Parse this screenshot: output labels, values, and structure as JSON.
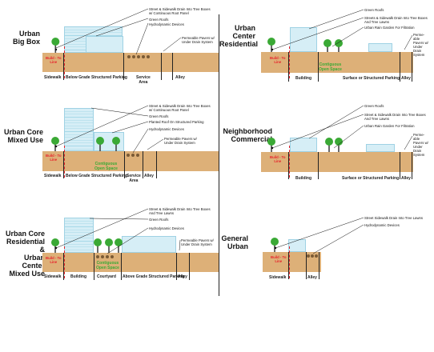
{
  "panels": {
    "p1": {
      "title": "Urban\nBig Box",
      "labels": [
        "Street & Sidewalk Drain Into Tree Boxes\nw/ Continuous Root Panel",
        "Green Roofs",
        "Hydrodynamic Devices",
        "Permeable Pavers w/\nUnder Drain System"
      ],
      "build_to_line": "Build - To\nLine",
      "ground_labels": [
        "Sidewalk",
        "Below Grade Structured Parking",
        "Service\nArea",
        "Alley"
      ]
    },
    "p2": {
      "title": "Urban\nCenter\nResidential",
      "labels": [
        "Green Roofs",
        "Streets & Sidewalk Drain Into Tree Boxes\nAnd Tree Lawns",
        "Urban Rain Garden For Filtration",
        "Perme-\nable\nPavers w/\nUnder\nDrain\nSystem"
      ],
      "build_to_line": "Build - To\nLine",
      "open_space": "Contiguous\nOpen Space",
      "ground_labels": [
        "Building",
        "Surface or Structured Parking",
        "Alley"
      ]
    },
    "p3": {
      "title": "Urban Core\nMixed Use",
      "labels": [
        "Street & Sidewalk Drain Into Tree Boxes\nw/ Continuous Root Panel",
        "Green Roofs",
        "Planted Roof On Structured Parking",
        "Hydrodynamic Devices",
        "Permeable Pavers w/\nUnder Drain System"
      ],
      "build_to_line": "Build - To\nLine",
      "open_space": "Contiguous\nOpen Space",
      "ground_labels": [
        "Sidewalk",
        "Below Grade Structured Parking",
        "Service\nArea",
        "Alley"
      ]
    },
    "p4": {
      "title": "Neighborhood\nCommercial",
      "labels": [
        "Green Roofs",
        "Street & Sidewalk Drain Into Tree Boxes\nAnd Tree Lawns",
        "Urban Rain Garden For Filtration",
        "Perme-\nable\nPavers w/\nUnder\nDrain\nSystem"
      ],
      "build_to_line": "Build - To\nLine",
      "ground_labels": [
        "Building",
        "Surface or Structured Parking",
        "Alley"
      ]
    },
    "p5": {
      "title": "Urban Core\nResidential\n&\nUrban Center\nMixed Use",
      "labels": [
        "Street & Sidewalk Drain Into Tree Boxes\nAnd Tree Lawns",
        "Green Roofs",
        "Hydrodynamic Devices",
        "Permeable Pavers w/\nUnder Drain System"
      ],
      "build_to_line": "Build - To\nLine",
      "open_space": "Contiguous\nOpen Space",
      "ground_labels": [
        "Sidewalk",
        "Building",
        "Courtyard",
        "Above Grade Structured Parking",
        "Alley"
      ]
    },
    "p6": {
      "title": "General\nUrban",
      "labels": [
        "Street Sidewalk Drain Into Tree Lawns",
        "Hydrodynamic Devices"
      ],
      "build_to_line": "Build - To\nLine",
      "ground_labels": [
        "Sidewalk",
        "Alley"
      ]
    }
  },
  "colors": {
    "ground": "#ddb078",
    "building": "#d6eef6",
    "tree": "#3aa935",
    "build_to_line": "#e8202a",
    "open_space_text": "#3aa935"
  }
}
